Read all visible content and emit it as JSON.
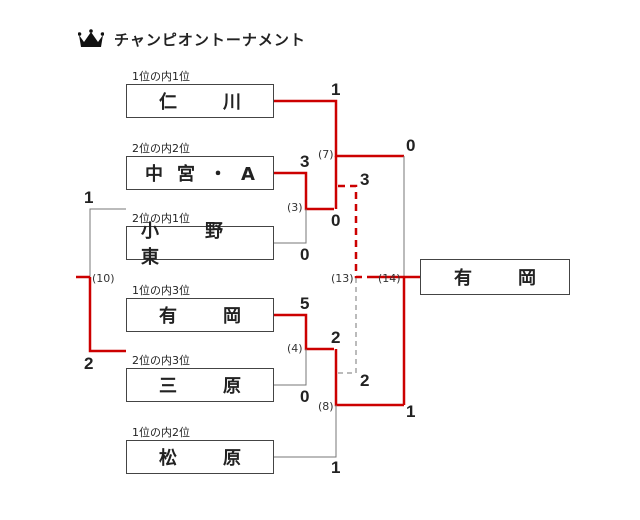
{
  "title": "チャンピオントーナメント",
  "icons": {
    "title_icon": "crown-icon"
  },
  "colors": {
    "win_line": "#cc0000",
    "lose_line": "#777777",
    "crown": "#111111"
  },
  "teams": [
    {
      "seed": "1位の内1位",
      "name": "仁　川"
    },
    {
      "seed": "2位の内2位",
      "name": "中宮・A"
    },
    {
      "seed": "2位の内1位",
      "name": "小　野　東"
    },
    {
      "seed": "1位の内3位",
      "name": "有　岡"
    },
    {
      "seed": "2位の内3位",
      "name": "三　原"
    },
    {
      "seed": "1位の内2位",
      "name": "松　原"
    }
  ],
  "matches": {
    "m3": {
      "label": "(3)"
    },
    "m4": {
      "label": "(4)"
    },
    "m7": {
      "label": "(7)"
    },
    "m8": {
      "label": "(8)"
    },
    "m10": {
      "label": "(10)"
    },
    "m13": {
      "label": "(13)"
    },
    "m14": {
      "label": "(14)"
    }
  },
  "scores": {
    "m3_top": "3",
    "m3_bottom": "0",
    "m4_top": "5",
    "m4_bottom": "0",
    "m7_top": "1",
    "m7_bottom": "0",
    "m8_top": "2",
    "m8_bottom": "1",
    "m10_top": "1",
    "m10_bottom": "2",
    "m13_top": "3",
    "m13_bottom": "2",
    "m14_top": "0",
    "m14_bottom": "1"
  },
  "champion": "有　岡"
}
